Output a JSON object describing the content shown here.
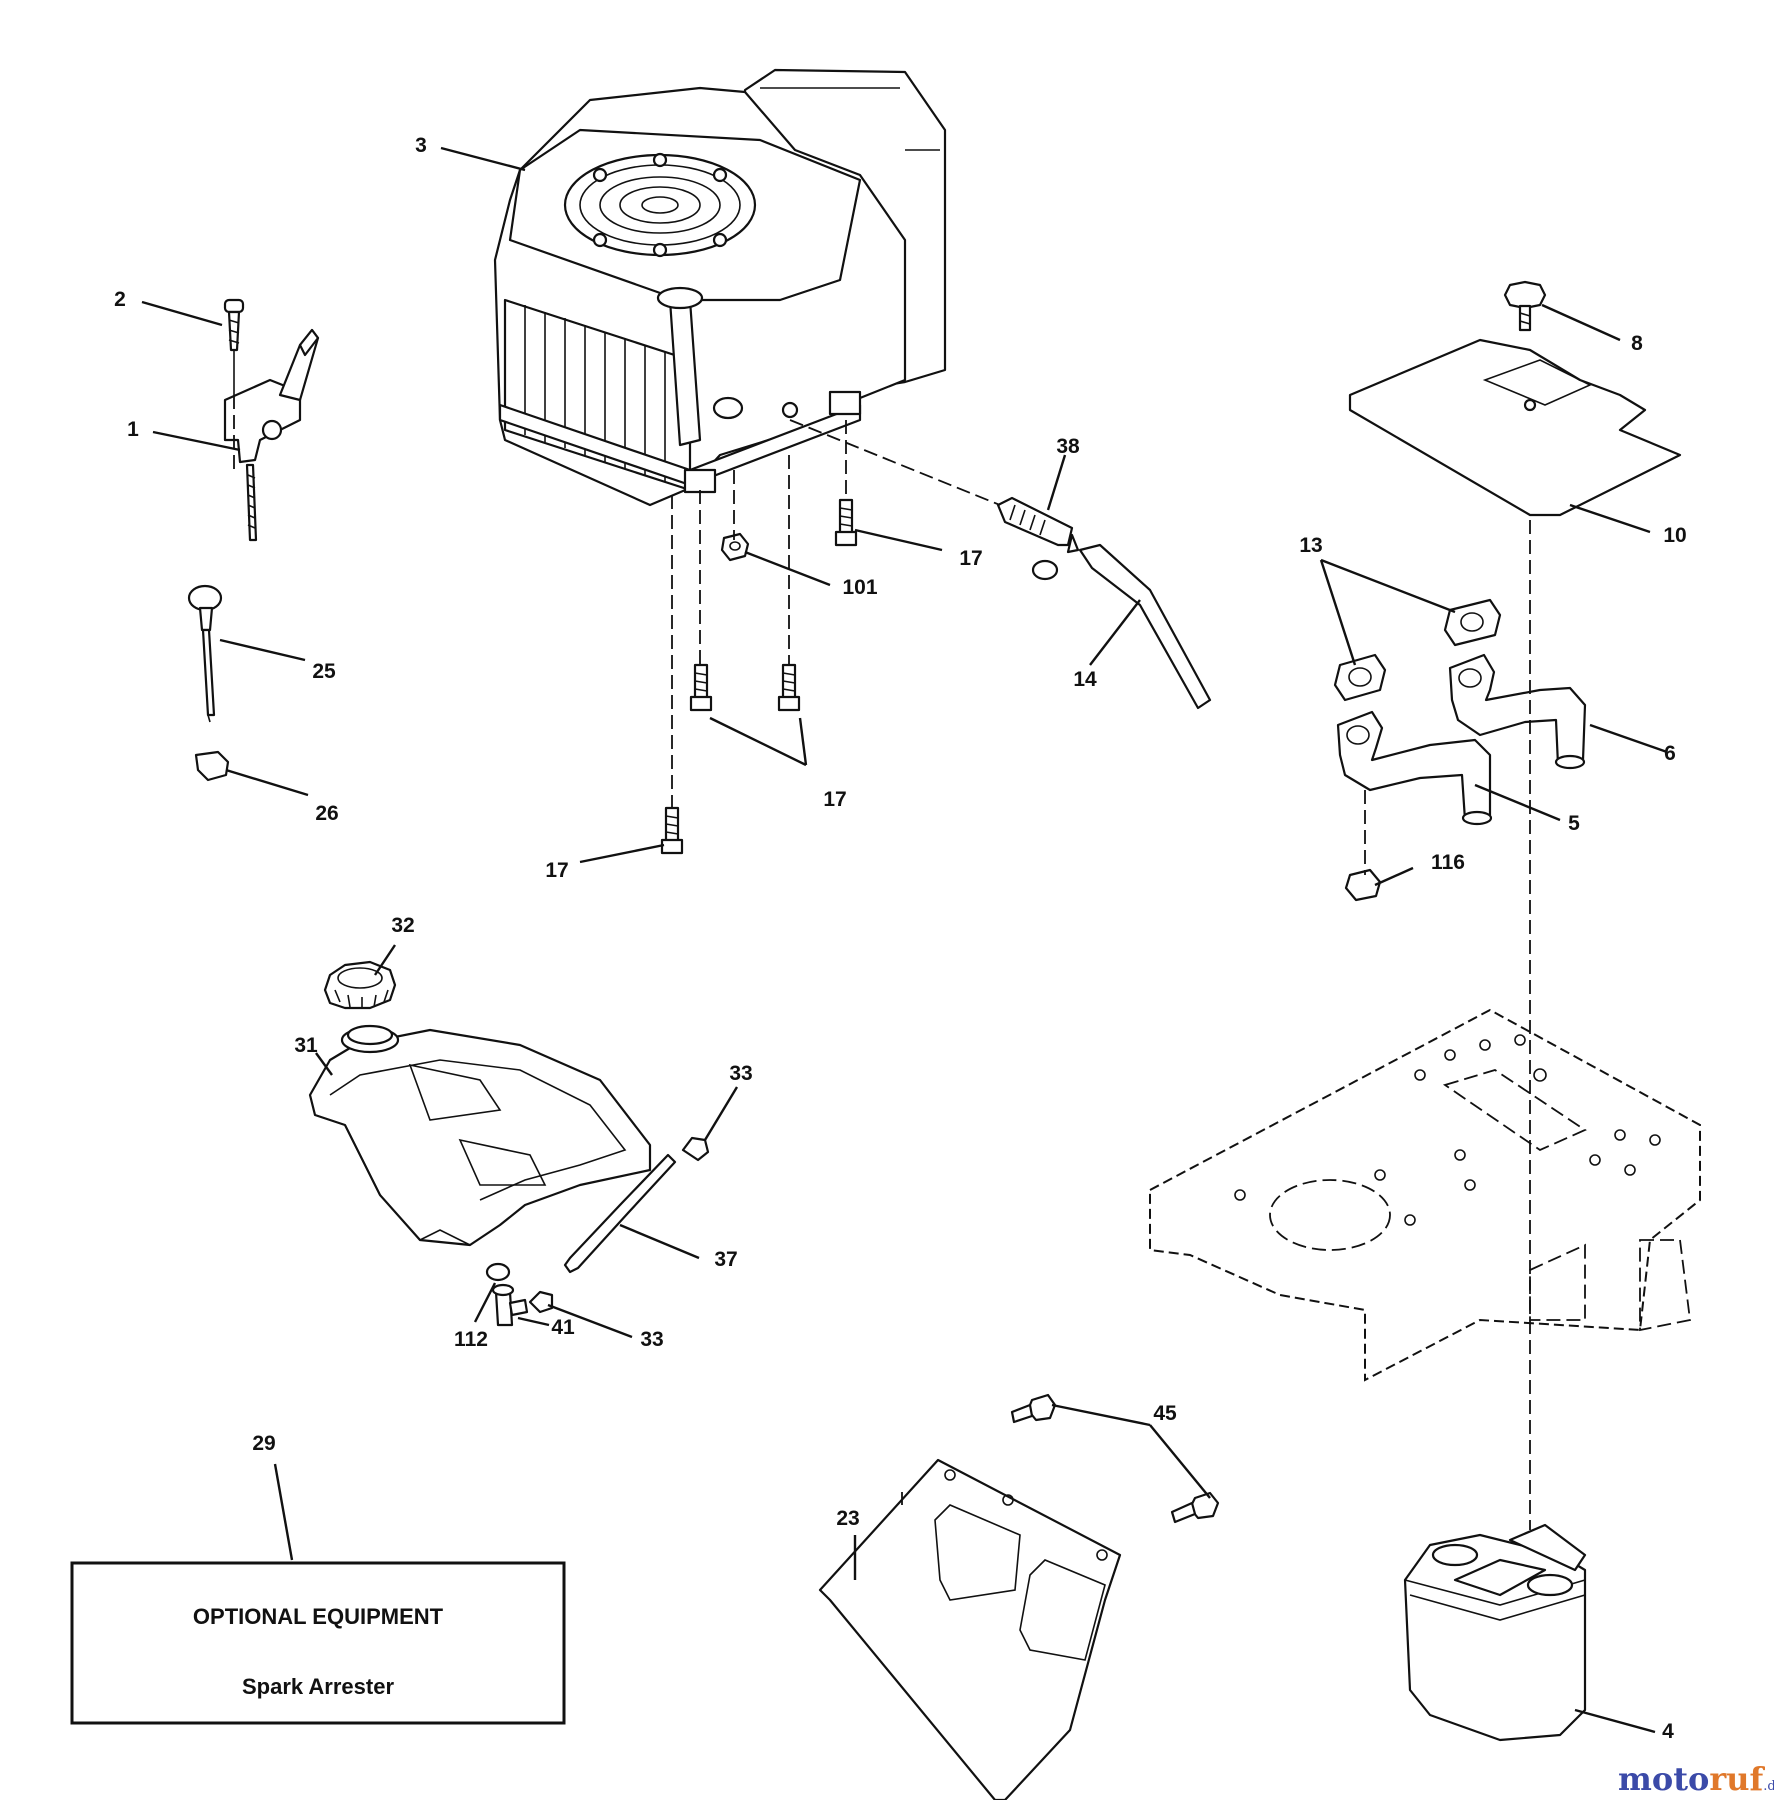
{
  "diagram": {
    "callouts": {
      "c1": "1",
      "c2": "2",
      "c3": "3",
      "c4": "4",
      "c5": "5",
      "c6": "6",
      "c8": "8",
      "c10": "10",
      "c13": "13",
      "c14": "14",
      "c17a": "17",
      "c17b": "17",
      "c17c": "17",
      "c23": "23",
      "c25": "25",
      "c26": "26",
      "c29": "29",
      "c31": "31",
      "c32": "32",
      "c33a": "33",
      "c33b": "33",
      "c37": "37",
      "c38": "38",
      "c41": "41",
      "c45": "45",
      "c101": "101",
      "c112": "112",
      "c116": "116"
    },
    "optional_box": {
      "title": "OPTIONAL EQUIPMENT",
      "item": "Spark Arrester"
    }
  },
  "watermark": {
    "brand_a": "moto",
    "brand_b": "ruf",
    "suffix": ".de",
    "color_a": "#3b4aa8",
    "color_b": "#e0782a"
  }
}
